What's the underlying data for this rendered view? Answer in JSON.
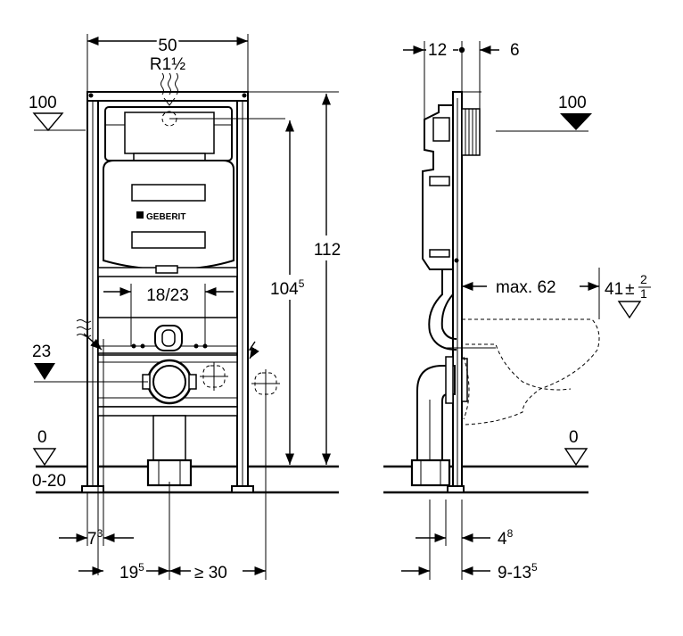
{
  "front_view": {
    "width_label": "50",
    "pipe_label": "R1½",
    "logo_text": "GEBERIT",
    "bolt_spacing_label": "18/23",
    "height_total_label": "112",
    "height_inner_label_main": "104",
    "height_inner_label_sup": "5",
    "level_top_label": "100",
    "level_mid_label": "23",
    "level_floor_label": "0",
    "floor_range_label": "0-20",
    "offset_small_main": "7",
    "offset_small_sup": "3",
    "offset_mid_main": "19",
    "offset_mid_sup": "5",
    "offset_min_label": "≥ 30"
  },
  "side_view": {
    "depth_top_left_label": "12",
    "depth_top_right_label": "6",
    "level_top_label": "100",
    "bowl_max_label": "max. 62",
    "seat_height_main": "41",
    "seat_tol_top": "2",
    "seat_tol_bottom": "1",
    "level_floor_label": "0",
    "wall_offset_main": "4",
    "wall_offset_sup": "8",
    "wall_range_main": "9-13",
    "wall_range_sup": "5"
  }
}
